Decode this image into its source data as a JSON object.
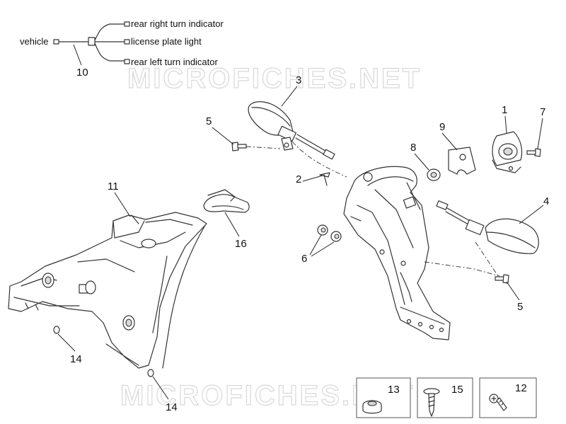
{
  "watermark": "MICROFICHES.NET",
  "wiring": {
    "vehicle": "vehicle",
    "rear_right": "rear right turn indicator",
    "license_plate": "license plate light",
    "rear_left": "rear left turn indicator"
  },
  "callouts": {
    "c1": "1",
    "c2": "2",
    "c3": "3",
    "c4": "4",
    "c5a": "5",
    "c5b": "5",
    "c6": "6",
    "c7": "7",
    "c8": "8",
    "c9": "9",
    "c10": "10",
    "c11": "11",
    "c12": "12",
    "c13": "13",
    "c14a": "14",
    "c14b": "14",
    "c15": "15",
    "c16": "16"
  }
}
